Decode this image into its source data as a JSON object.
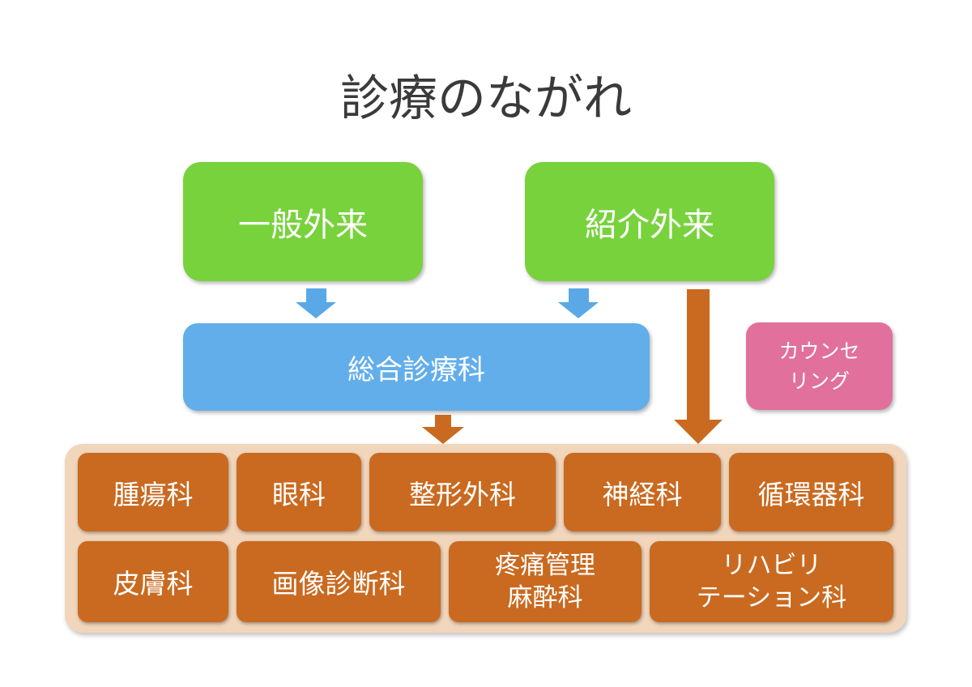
{
  "title": "診療のながれ",
  "entries": {
    "general_outpatient": "一般外来",
    "referral_outpatient": "紹介外来"
  },
  "hub": "総合診療科",
  "counseling": [
    "カウンセ",
    "リング"
  ],
  "departments": {
    "row1": [
      "腫瘍科",
      "眼科",
      "整形外科",
      "神経科",
      "循環器科"
    ],
    "row2": [
      [
        "皮膚科"
      ],
      [
        "画像診断科"
      ],
      [
        "疼痛管理",
        "麻酔科"
      ],
      [
        "リハビリ",
        "テーション科"
      ]
    ]
  },
  "colors": {
    "entry": "#78d23c",
    "hub": "#62aeea",
    "counseling": "#e1709c",
    "department": "#c96a20",
    "panel": "#f2d6bc",
    "arrow_blue": "#5aa9e6",
    "arrow_orange": "#c96a20"
  }
}
